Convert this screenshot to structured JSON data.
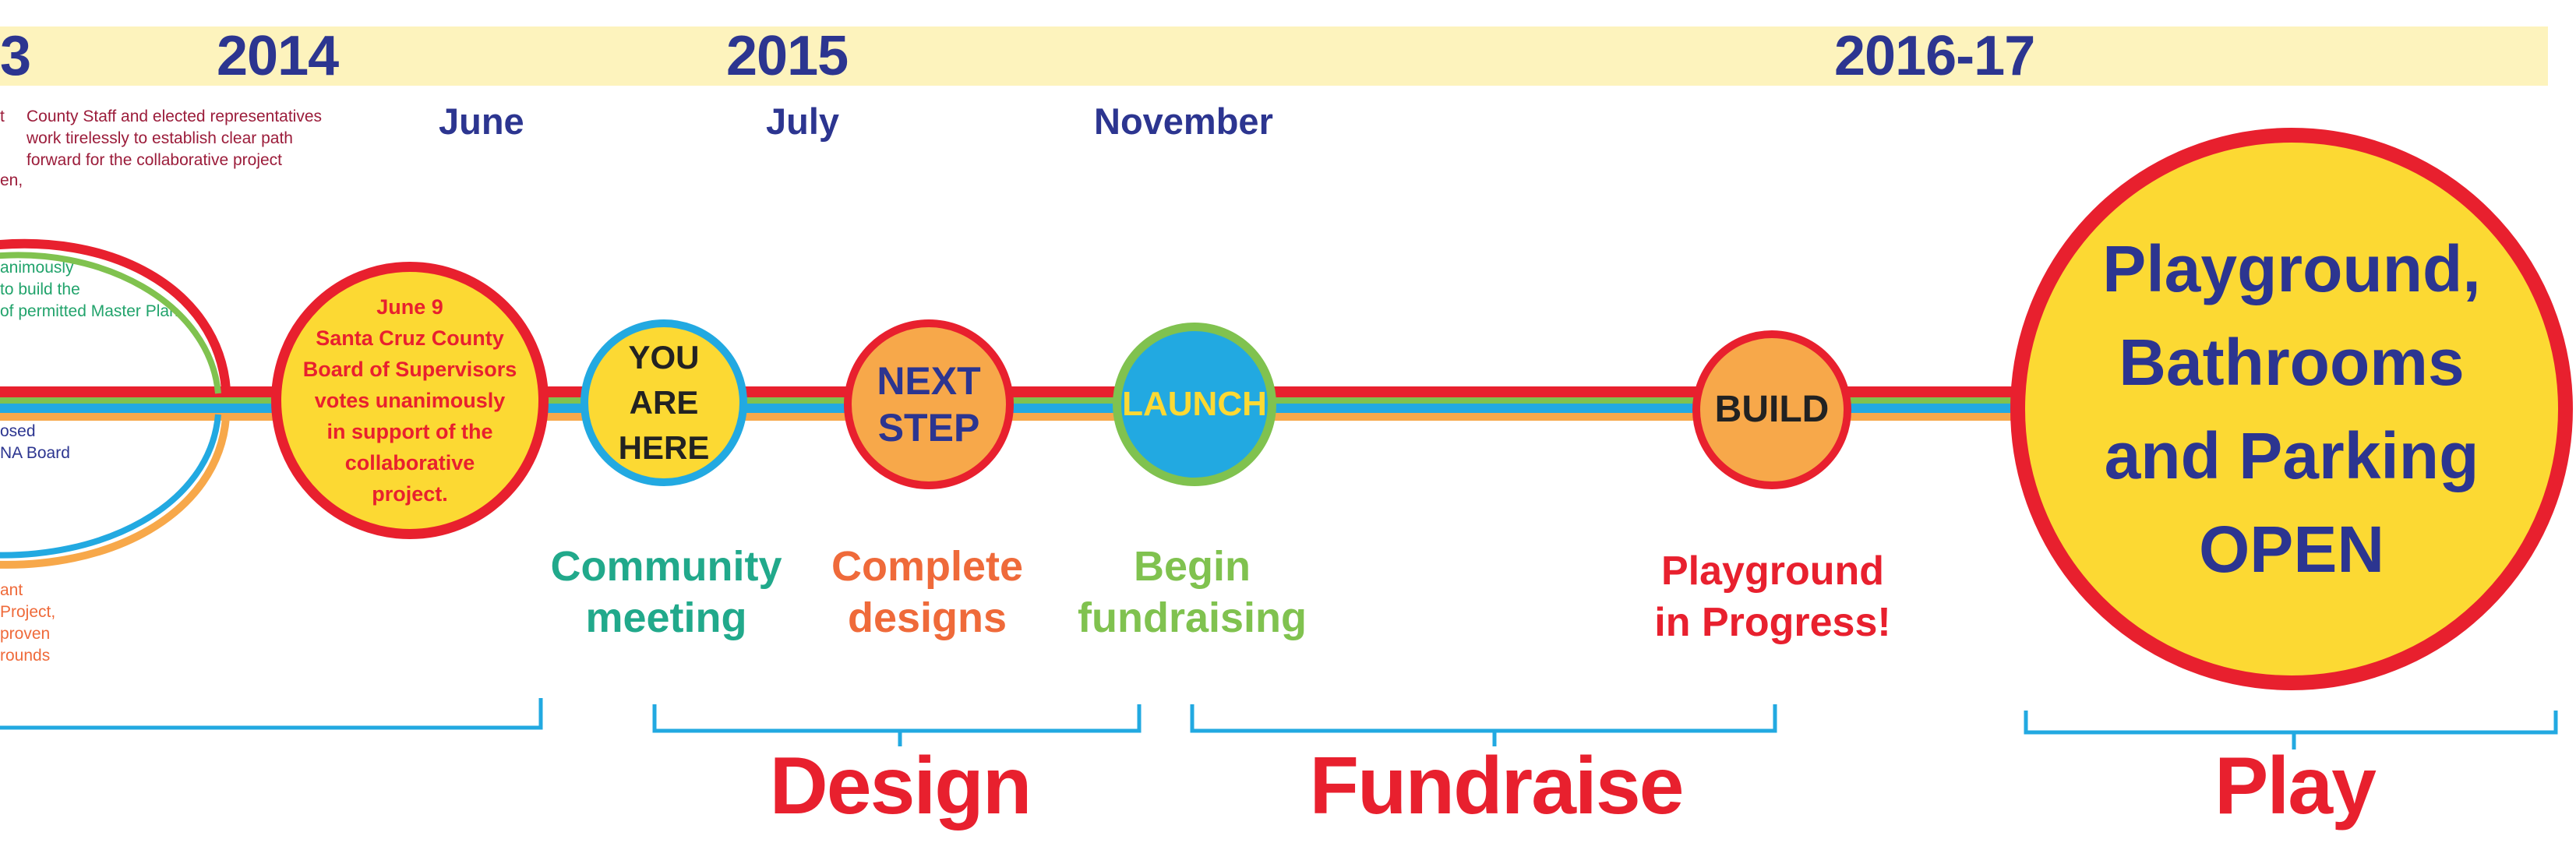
{
  "years": {
    "y2013_fragment": "3",
    "y2014": "2014",
    "y2015": "2015",
    "y2016": "2016-17"
  },
  "months": {
    "june": "June",
    "july": "July",
    "november": "November"
  },
  "notes": {
    "top_fragment_1": "t",
    "top_fragment_2": "en,",
    "county_staff": [
      "County Staff and elected representatives",
      "work tirelessly to establish clear path",
      "forward for the collaborative project"
    ],
    "green_fragment": [
      "animously",
      "to build the",
      "of permitted Master Plan"
    ],
    "blue_fragment": [
      "osed",
      "NA Board"
    ],
    "orange_fragment": [
      "ant",
      "Project,",
      "proven",
      "rounds"
    ]
  },
  "circles": {
    "june9": [
      "June 9",
      "Santa Cruz County",
      "Board of Supervisors",
      "votes unanimously",
      "in support of the",
      "collaborative",
      "project."
    ],
    "you_are_here": [
      "YOU",
      "ARE",
      "HERE"
    ],
    "next_step": [
      "NEXT",
      "STEP"
    ],
    "launch": "LAUNCH",
    "build": "BUILD",
    "open": [
      "Playground,",
      "Bathrooms",
      "and Parking",
      "OPEN"
    ]
  },
  "captions": {
    "community": [
      "Community",
      "meeting"
    ],
    "complete": [
      "Complete",
      "designs"
    ],
    "begin": [
      "Begin",
      "fundraising"
    ],
    "progress": [
      "Playground",
      "in Progress!"
    ]
  },
  "phases": {
    "design": "Design",
    "fundraise": "Fundraise",
    "play": "Play"
  },
  "colors": {
    "navy": "#2c3590",
    "red": "#e8202e",
    "yellow": "#fcd933",
    "orange": "#f7a84a",
    "blue": "#22a9e1",
    "green": "#80c24f",
    "teal": "#21a98b",
    "coral": "#ef6a3a",
    "band": "#fdf3bd"
  }
}
